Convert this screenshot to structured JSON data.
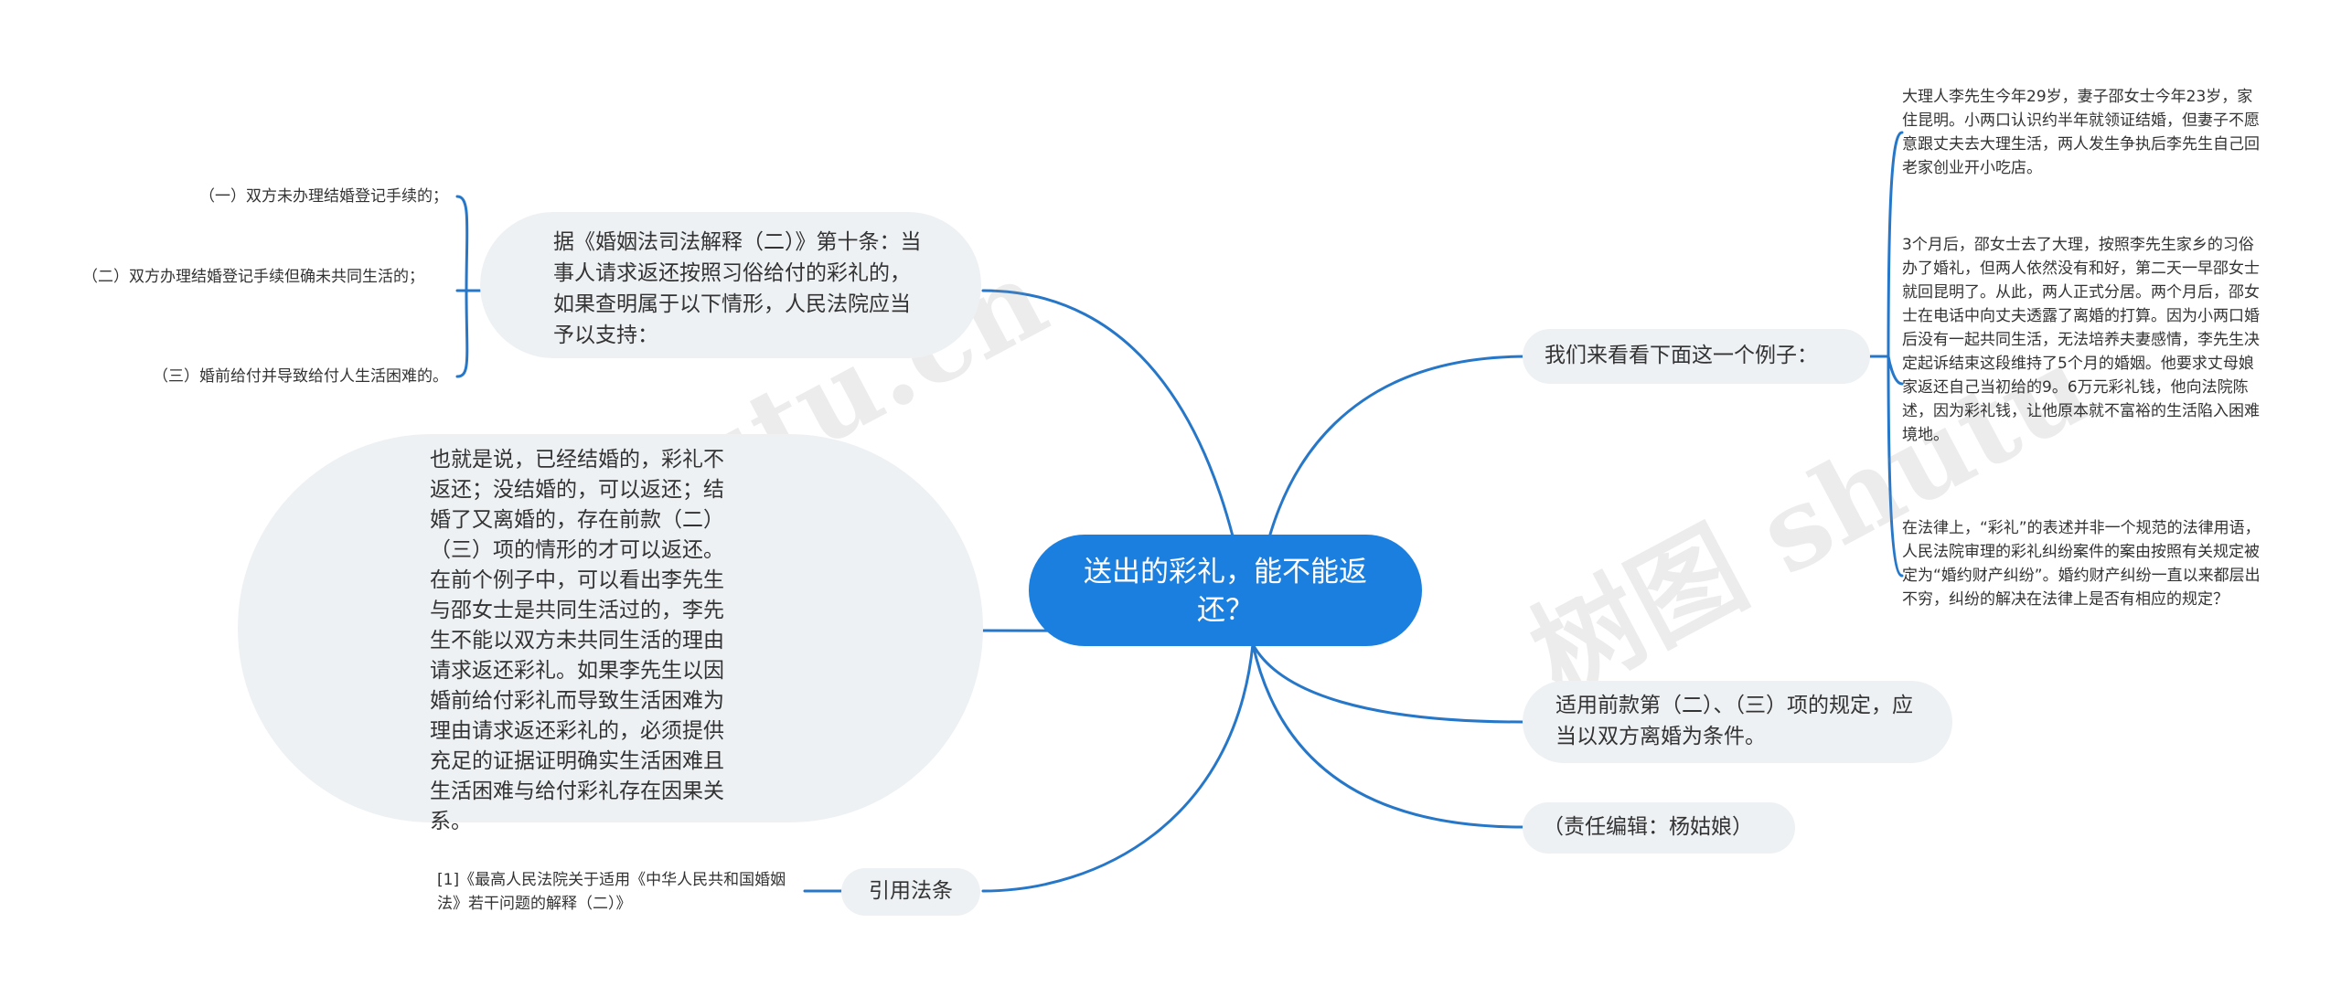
{
  "colors": {
    "root_bg": "#1b7fe0",
    "node_bg": "#eef1f4",
    "link": "#2777c9",
    "text": "#333333"
  },
  "watermarks": [
    "树图 shutu.cn",
    "树图 shutu"
  ],
  "root": {
    "label": "送出的彩礼，能不能返还？"
  },
  "left": {
    "law": {
      "label": "据《婚姻法司法解释（二）》第十条：当事人请求返还按照习俗给付的彩礼的，如果查明属于以下情形，人民法院应当予以支持：",
      "children": [
        "（一）双方未办理结婚登记手续的；",
        "（二）双方办理结婚登记手续但确未共同生活的；",
        "（三）婚前给付并导致给付人生活困难的。"
      ]
    },
    "analysis": {
      "label": "也就是说，已经结婚的，彩礼不返还；没结婚的，可以返还；结婚了又离婚的，存在前款（二）（三）项的情形的才可以返还。在前个例子中，可以看出李先生与邵女士是共同生活过的，李先生不能以双方未共同生活的理由请求返还彩礼。如果李先生以因婚前给付彩礼而导致生活困难为理由请求返还彩礼的，必须提供充足的证据证明确实生活困难且生活困难与给付彩礼存在因果关系。"
    },
    "citation": {
      "label": "引用法条",
      "children": [
        "[1]《最高人民法院关于适用《中华人民共和国婚姻法》若干问题的解释（二）》"
      ]
    }
  },
  "right": {
    "example": {
      "label": "我们来看看下面这一个例子：",
      "children": [
        "大理人李先生今年29岁，妻子邵女士今年23岁，家住昆明。小两口认识约半年就领证结婚，但妻子不愿意跟丈夫去大理生活，两人发生争执后李先生自己回老家创业开小吃店。",
        "3个月后，邵女士去了大理，按照李先生家乡的习俗办了婚礼，但两人依然没有和好，第二天一早邵女士就回昆明了。从此，两人正式分居。两个月后，邵女士在电话中向丈夫透露了离婚的打算。因为小两口婚后没有一起共同生活，无法培养夫妻感情，李先生决定起诉结束这段维持了5个月的婚姻。他要求丈母娘家返还自己当初给的9。6万元彩礼钱，他向法院陈述，因为彩礼钱，让他原本就不富裕的生活陷入困难境地。",
        "在法律上，“彩礼”的表述并非一个规范的法律用语，人民法院审理的彩礼纠纷案件的案由按照有关规定被定为“婚约财产纠纷”。婚约财产纠纷一直以来都层出不穷，纠纷的解决在法律上是否有相应的规定？"
      ]
    },
    "condition": {
      "label": "适用前款第（二）、（三）项的规定，应当以双方离婚为条件。"
    },
    "editor": {
      "label": "（责任编辑：杨姑娘）"
    }
  }
}
